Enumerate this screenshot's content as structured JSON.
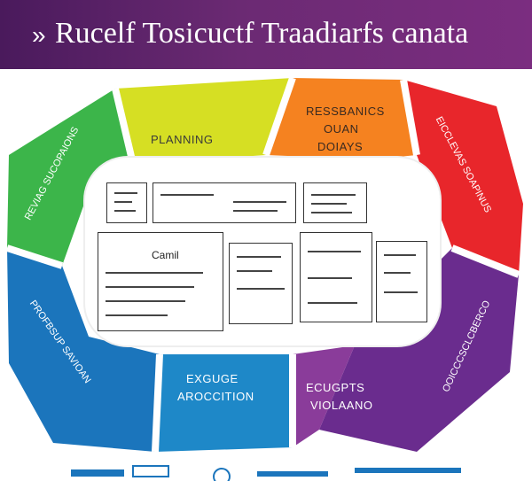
{
  "header": {
    "title": "Rucelf Tosicuctf Traadiarfs canata",
    "arrow_icon": "double-arrow-icon"
  },
  "segments": {
    "planning": {
      "label": "PLANNING",
      "color": "#c4d31c"
    },
    "research": {
      "lines": [
        "RESSBANICS",
        "OUAN",
        "DOIAYS"
      ],
      "color": "#f07a20"
    },
    "exchange": {
      "lines": [
        "EXGUGE",
        "AROCCITION"
      ],
      "color": "#2a8fd0"
    },
    "executes": {
      "lines": [
        "ECUGPTS",
        "VIOLAANO"
      ],
      "color": "#7a3a8c"
    }
  },
  "side_texts": {
    "left_top": "REVIAG SUCOPAIONS",
    "right_top": "EICCLEVAS SOAPINUS",
    "left_bottom": "PROFBSUP SAVIOAN",
    "right_bottom": "OOICCCSCLCBERCO"
  },
  "center": {
    "card_label": "Camil"
  },
  "colors": {
    "green": "#3cb54a",
    "yellow": "#d6df23",
    "orange": "#f58220",
    "red": "#e8262b",
    "blue": "#1b75bc",
    "purple": "#6a2c8e",
    "banner": "#5b2169"
  }
}
